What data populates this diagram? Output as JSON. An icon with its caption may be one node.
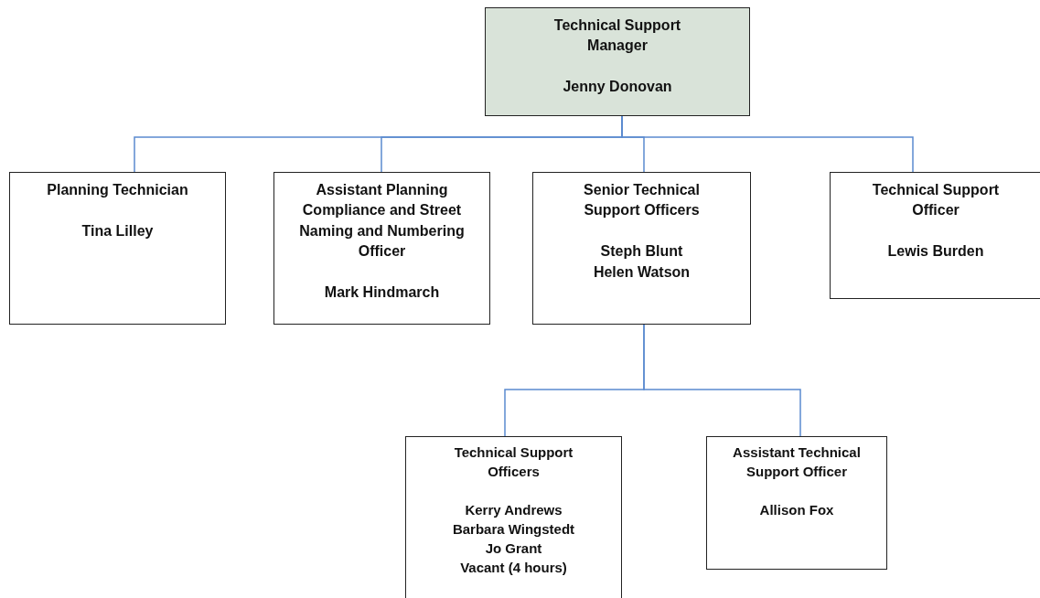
{
  "diagram": {
    "nodes": [
      {
        "text": [
          "Technical Support Manager",
          "Jenny Donovan"
        ]
      },
      {
        "text": [
          "Planning Technician",
          "Tina Lilley"
        ]
      },
      {
        "text": [
          "Assistant Planning Compliance and Street Naming and Numbering Officer",
          "Mark Hindmarch"
        ]
      },
      {
        "text": [
          "Senior Technical Support Officers",
          "Steph Blunt",
          "Helen Watson"
        ]
      },
      {
        "text": [
          "Technical Support Officer",
          "Lewis Burden"
        ]
      },
      {
        "text": [
          "Technical Support Officers",
          "Kerry Andrews",
          "Barbara Wingstedt",
          "Jo Grant",
          "Vacant (4 hours)"
        ]
      },
      {
        "text": [
          "Assistant Technical Support Officer",
          "Allison Fox"
        ]
      }
    ],
    "edges": [
      {
        "from": 0,
        "to": 1,
        "arrow": "none"
      },
      {
        "from": 0,
        "to": 2,
        "arrow": "none"
      },
      {
        "from": 0,
        "to": 3,
        "arrow": "none"
      },
      {
        "from": 0,
        "to": 4,
        "arrow": "none"
      },
      {
        "from": 3,
        "to": 5,
        "arrow": "none"
      },
      {
        "from": 3,
        "to": 6,
        "arrow": "none"
      }
    ]
  }
}
